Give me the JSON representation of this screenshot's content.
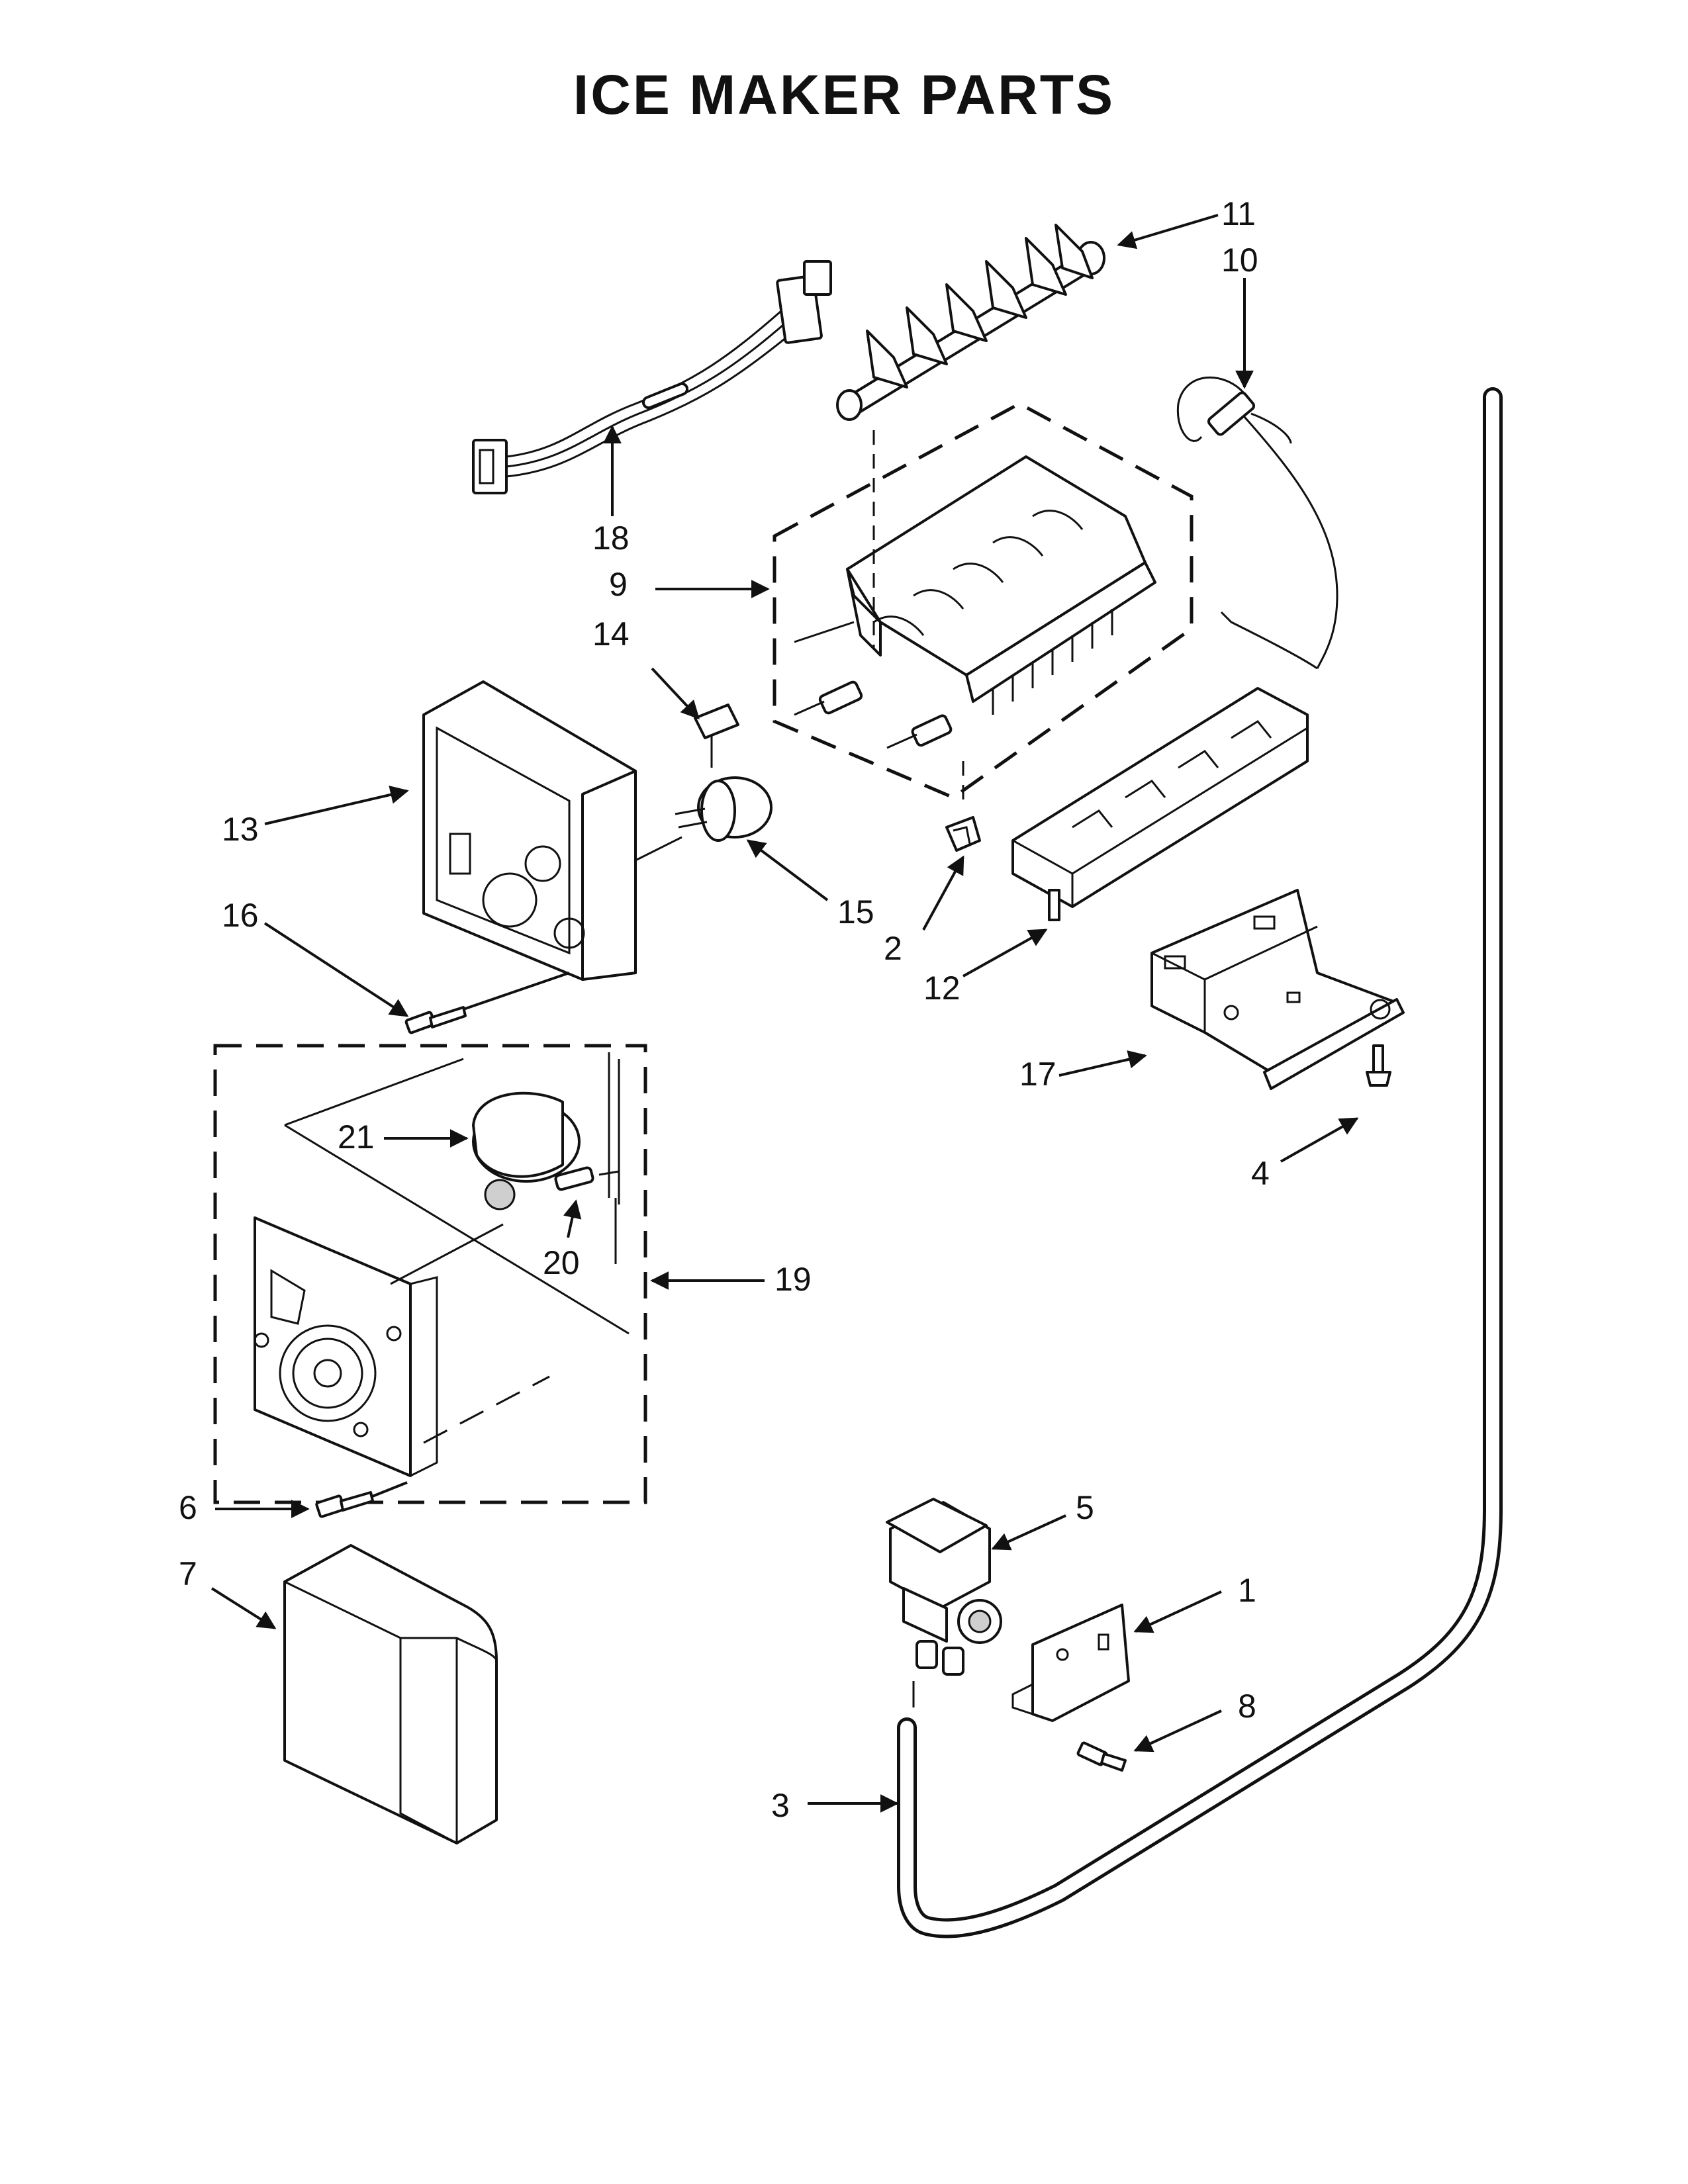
{
  "title": "ICE MAKER PARTS",
  "colors": {
    "line": "#111111",
    "background": "#ffffff"
  },
  "callouts": {
    "c1": "1",
    "c2": "2",
    "c3": "3",
    "c4": "4",
    "c5": "5",
    "c6": "6",
    "c7": "7",
    "c8": "8",
    "c9": "9",
    "c10": "10",
    "c11": "11",
    "c12": "12",
    "c13": "13",
    "c14": "14",
    "c15": "15",
    "c16": "16",
    "c17": "17",
    "c18": "18",
    "c19": "19",
    "c20": "20",
    "c21": "21"
  }
}
